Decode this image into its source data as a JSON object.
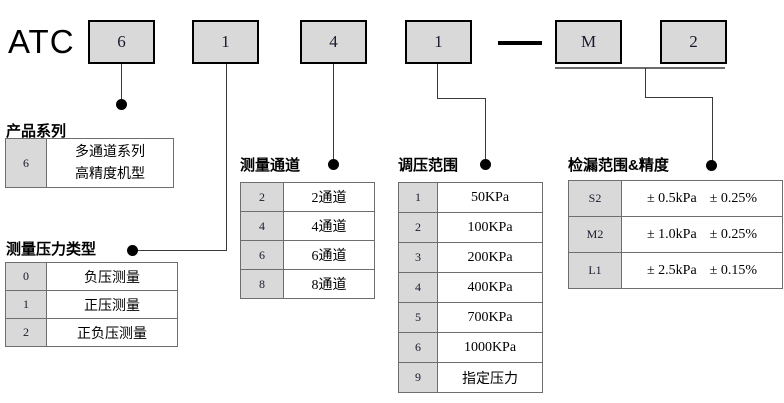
{
  "model_code": {
    "brand": "ATC",
    "boxes": [
      {
        "name": "series",
        "value": "6"
      },
      {
        "name": "pressure-type",
        "value": "1"
      },
      {
        "name": "channel",
        "value": "4"
      },
      {
        "name": "pressure-range",
        "value": "1"
      },
      {
        "name": "leak-range-letter",
        "value": "M"
      },
      {
        "name": "leak-range-digit",
        "value": "2"
      }
    ],
    "separator": "—"
  },
  "sections": {
    "series": {
      "title": "产品系列",
      "rows": [
        {
          "key": "6",
          "value_line1": "多通道系列",
          "value_line2": "高精度机型"
        }
      ]
    },
    "pressure_type": {
      "title": "测量压力类型",
      "rows": [
        {
          "key": "0",
          "value": "负压测量"
        },
        {
          "key": "1",
          "value": "正压测量"
        },
        {
          "key": "2",
          "value": "正负压测量"
        }
      ]
    },
    "channel": {
      "title": "测量通道",
      "rows": [
        {
          "key": "2",
          "value": "2通道"
        },
        {
          "key": "4",
          "value": "4通道"
        },
        {
          "key": "6",
          "value": "6通道"
        },
        {
          "key": "8",
          "value": "8通道"
        }
      ]
    },
    "pressure_range": {
      "title": "调压范围",
      "rows": [
        {
          "key": "1",
          "value": "50KPa"
        },
        {
          "key": "2",
          "value": "100KPa"
        },
        {
          "key": "3",
          "value": "200KPa"
        },
        {
          "key": "4",
          "value": "400KPa"
        },
        {
          "key": "5",
          "value": "700KPa"
        },
        {
          "key": "6",
          "value": "1000KPa"
        },
        {
          "key": "9",
          "value": "指定压力"
        }
      ]
    },
    "leak": {
      "title": "检漏范围&精度",
      "rows": [
        {
          "key": "S2",
          "range": "± 0.5kPa",
          "accuracy": "± 0.25%"
        },
        {
          "key": "M2",
          "range": "± 1.0kPa",
          "accuracy": "± 0.25%"
        },
        {
          "key": "L1",
          "range": "± 2.5kPa",
          "accuracy": "± 0.15%"
        }
      ]
    }
  },
  "colors": {
    "box_fill": "#d9d9d9",
    "box_border": "#000000",
    "line": "#3b3b3b",
    "table_border": "#6e6e6e",
    "key_fill": "#d9d9d9",
    "text": "#000000"
  }
}
